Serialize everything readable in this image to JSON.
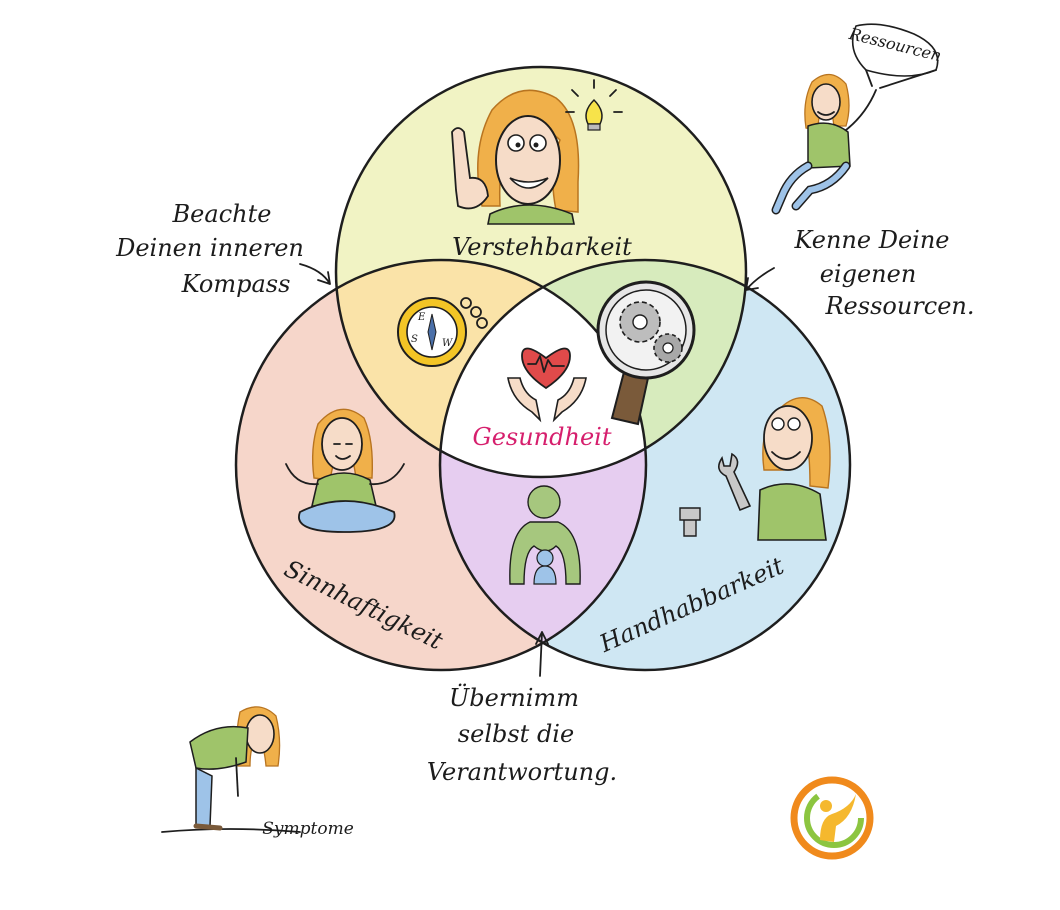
{
  "circles": {
    "top": {
      "label": "Verstehbarkeit",
      "color": "#f1f3c4"
    },
    "left": {
      "label": "Sinnhaftigkeit",
      "color": "#f6d6ca"
    },
    "right": {
      "label": "Handhabbarkeit",
      "color": "#cfe7f3"
    }
  },
  "overlaps": {
    "top_left": "#fae3a8",
    "top_right": "#d7ebbd",
    "left_right": "#e6cdf0",
    "center": {
      "label": "Gesundheit",
      "color": "#ffffff",
      "label_color": "#d61f6d"
    }
  },
  "annotations": {
    "compass": [
      "Beachte",
      "Deinen inneren",
      "Kompass"
    ],
    "resources": [
      "Kenne Deine",
      "eigenen",
      "Ressourcen."
    ],
    "responsibility": [
      "Übernimm",
      "selbst die",
      "Verantwortung."
    ],
    "balloon": "Ressourcen",
    "symptoms": "Symptome"
  },
  "logo": {
    "outer": "#f08a1c",
    "inner": "#8cc540",
    "figure": "#f5b82e"
  }
}
